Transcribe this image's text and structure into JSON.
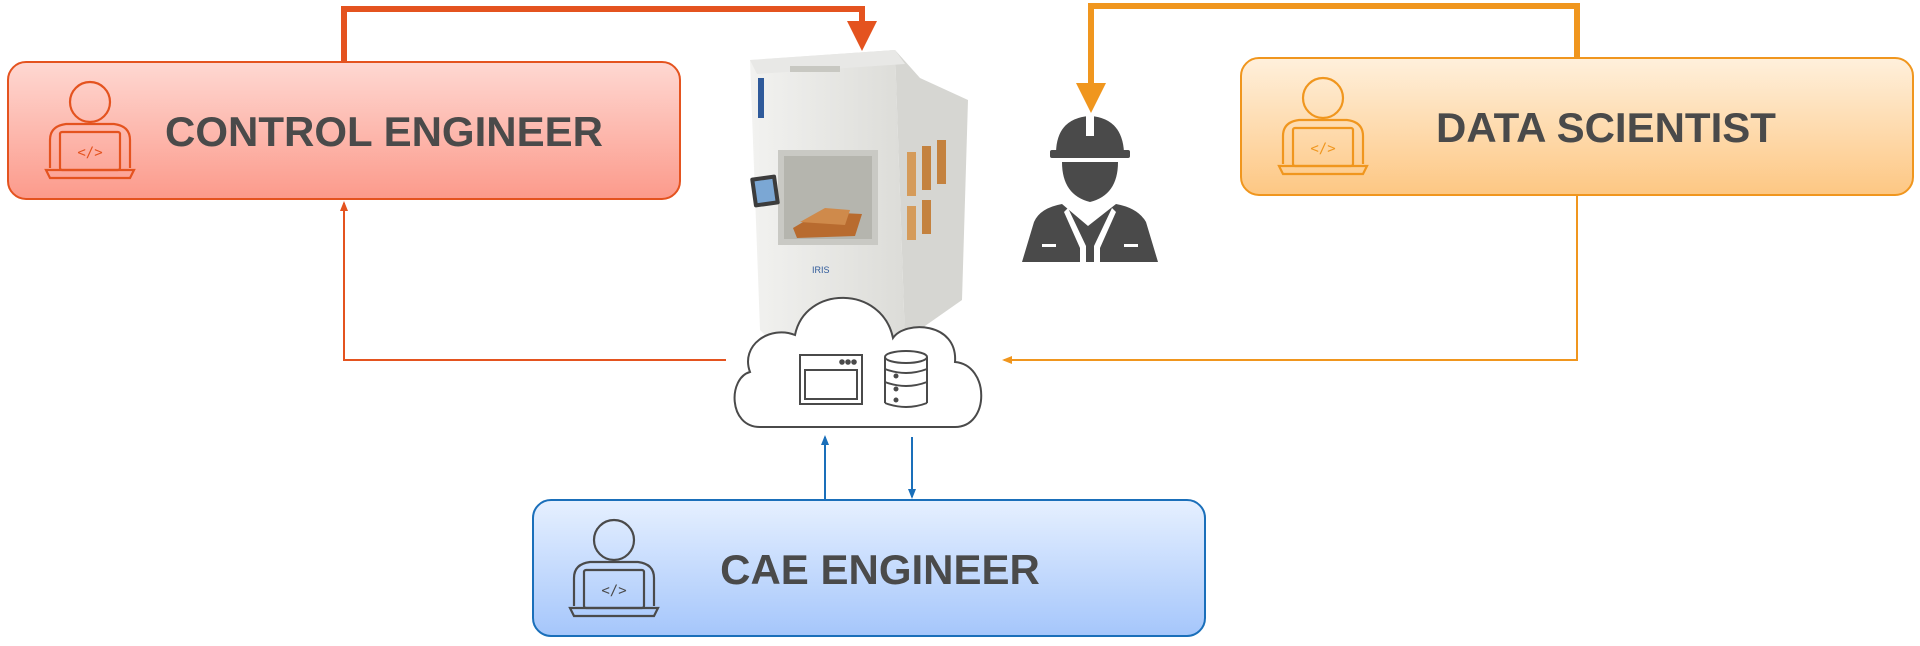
{
  "roles": {
    "control": {
      "label": "CONTROL ENGINEER",
      "color": "#e4531f"
    },
    "data": {
      "label": "DATA SCIENTIST",
      "color": "#f0961e"
    },
    "cae": {
      "label": "CAE ENGINEER",
      "color": "#1a6fba"
    }
  },
  "icons": {
    "role_icon": "developer-laptop-icon",
    "operator": "worker-hardhat-icon",
    "machine": "industrial-machine",
    "cloud": "cloud-icon",
    "app": "browser-window-icon",
    "database": "database-icon"
  },
  "colors": {
    "text": "#4a4a4a",
    "icon_line": "#4a4a4a"
  }
}
